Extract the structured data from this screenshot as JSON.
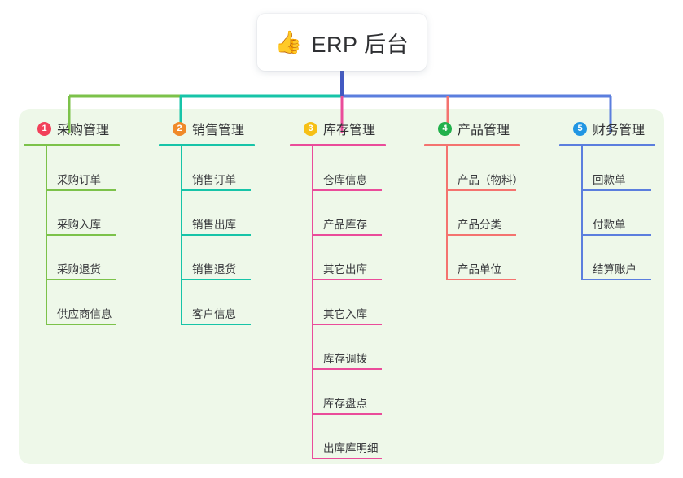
{
  "root": {
    "icon": "thumbs-up-icon",
    "emoji": "👍",
    "title": "ERP 后台"
  },
  "palette": {
    "panel_bg": "#eef8e9",
    "page_bg": "#ffffff",
    "trunk": "#4259c2",
    "columns": [
      "#7cc24a",
      "#17c4a8",
      "#ea4c9a",
      "#f4736f",
      "#5b7ede"
    ],
    "badges": [
      "#f2405a",
      "#f08a2a",
      "#f6c016",
      "#22b14c",
      "#2196e3"
    ]
  },
  "columns": [
    {
      "index": "1",
      "badge_color": "#f2405a",
      "line_color": "#7cc24a",
      "title": "采购管理",
      "items": [
        "采购订单",
        "采购入库",
        "采购退货",
        "供应商信息"
      ]
    },
    {
      "index": "2",
      "badge_color": "#f08a2a",
      "line_color": "#17c4a8",
      "title": "销售管理",
      "items": [
        "销售订单",
        "销售出库",
        "销售退货",
        "客户信息"
      ]
    },
    {
      "index": "3",
      "badge_color": "#f6c016",
      "line_color": "#ea4c9a",
      "title": "库存管理",
      "items": [
        "仓库信息",
        "产品库存",
        "其它出库",
        "其它入库",
        "库存调拨",
        "库存盘点",
        "出库库明细"
      ]
    },
    {
      "index": "4",
      "badge_color": "#22b14c",
      "line_color": "#f4736f",
      "title": "产品管理",
      "items": [
        "产品（物料）",
        "产品分类",
        "产品单位"
      ]
    },
    {
      "index": "5",
      "badge_color": "#2196e3",
      "line_color": "#5b7ede",
      "title": "财务管理",
      "items": [
        "回款单",
        "付款单",
        "结算账户"
      ]
    }
  ]
}
